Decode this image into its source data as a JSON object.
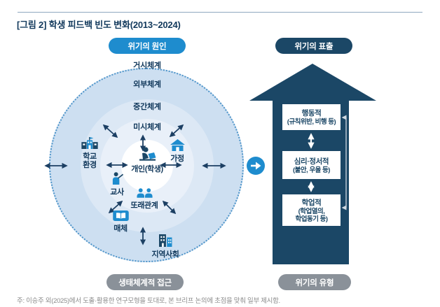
{
  "title": "[그림 2]  학생 피드백 빈도 변화(2013~2024)",
  "header_pills": {
    "left": "위기의 원인",
    "right": "위기의 표출"
  },
  "ecological_diagram": {
    "rings": [
      {
        "label": "거시체계"
      },
      {
        "label": "외부체계"
      },
      {
        "label": "중간체계"
      },
      {
        "label": "미시체계"
      }
    ],
    "center": {
      "label": "개인(학생)",
      "icon": "student-at-laptop-icon"
    },
    "satellites": [
      {
        "label": "학교\n환경",
        "icon": "school-icon"
      },
      {
        "label": "가정",
        "icon": "home-icon"
      },
      {
        "label": "교사",
        "icon": "teacher-icon"
      },
      {
        "label": "또래관계",
        "icon": "peers-icon"
      },
      {
        "label": "매체",
        "icon": "media-icon"
      },
      {
        "label": "지역사회",
        "icon": "community-icon"
      }
    ],
    "bottom_pill": "생태체계적 접근"
  },
  "crisis_arrow": {
    "boxes": [
      {
        "line1": "행동적",
        "line2": "(규칙위반, 비행 등)"
      },
      {
        "line1": "심리·정서적",
        "line2": "(불안, 우울 등)"
      },
      {
        "line1": "학업적",
        "line2": "(학업열의,\n학업동기 등)"
      }
    ],
    "bottom_pill": "위기의 유형"
  },
  "footnote": "주: 이승주 외(2025)에서 도출·활용한 연구모형을 토대로, 본 브리프 논의에 초점을 맞춰 일부 제시함.",
  "colors": {
    "accent_blue": "#1e8cce",
    "navy": "#1b4766",
    "arrow_navy": "#1c3f63",
    "pill_gray": "#8a9199",
    "ring_outer": "#cddff1",
    "ring_mid": "#dce8f5",
    "ring_inner": "#e9f0f9"
  }
}
